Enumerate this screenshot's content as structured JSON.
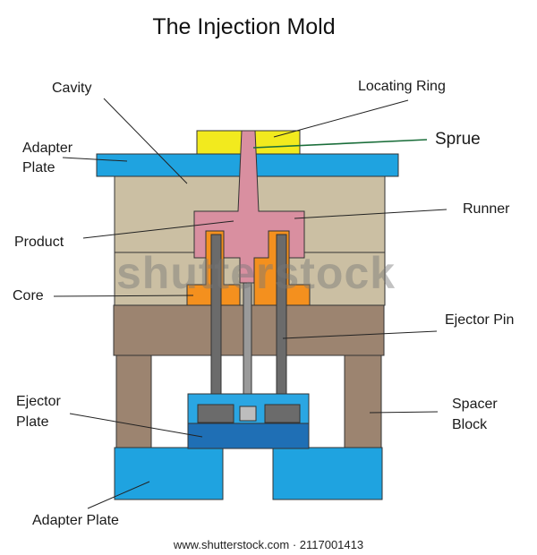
{
  "title": "The Injection Mold",
  "labels": {
    "cavity": "Cavity",
    "locating_ring": "Locating Ring",
    "adapter_plate_top": "Adapter Plate",
    "sprue": "Sprue",
    "runner": "Runner",
    "product": "Product",
    "core": "Core",
    "ejector_pin": "Ejector Pin",
    "ejector_plate": "Ejector Plate",
    "spacer_block": "Spacer Block",
    "adapter_plate_bottom": "Adapter Plate"
  },
  "watermark": "shutterstock",
  "footer": "www.shutterstock.com · 2117001413",
  "colors": {
    "adapter_plate": "#1fa3e0",
    "locating_ring": "#f2ea1e",
    "cavity_plate": "#cbbfa3",
    "moving_plate": "#9c8470",
    "product_runner": "#d98fa0",
    "core": "#f4901e",
    "ejector_pin": "#6b6b6b",
    "center_pin": "#9a9a9a",
    "ejector_plate_dark": "#1f6fb5",
    "ejector_retainer": "#2aa6e3",
    "sprue_line": "#1a6e3a"
  }
}
